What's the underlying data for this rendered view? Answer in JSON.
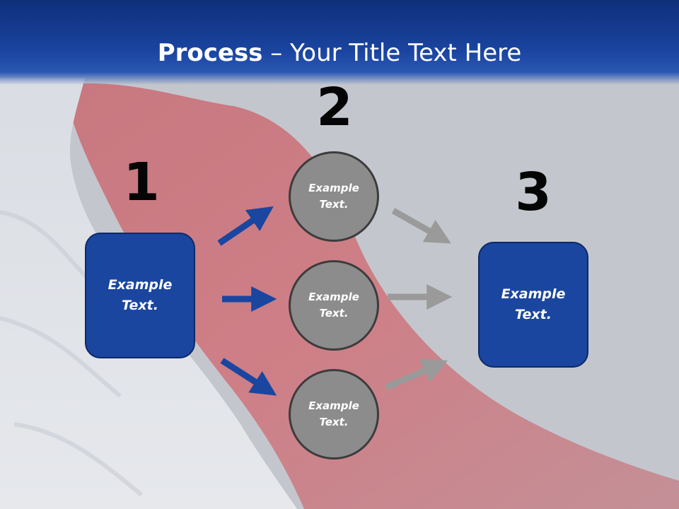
{
  "title": {
    "bold": "Process",
    "rest": " – Your Title Text Here"
  },
  "steps": {
    "one": "1",
    "two": "2",
    "three": "3"
  },
  "left_box": {
    "label": "Example\nText."
  },
  "right_box": {
    "label": "Example\nText."
  },
  "circles": [
    {
      "label": "Example\nText."
    },
    {
      "label": "Example\nText."
    },
    {
      "label": "Example\nText."
    }
  ],
  "colors": {
    "header": "#1a44a0",
    "box": "#1a46a0",
    "circle": "#8c8c8c",
    "arrow_blue": "#1a46a0",
    "arrow_gray": "#9a9a9a"
  }
}
